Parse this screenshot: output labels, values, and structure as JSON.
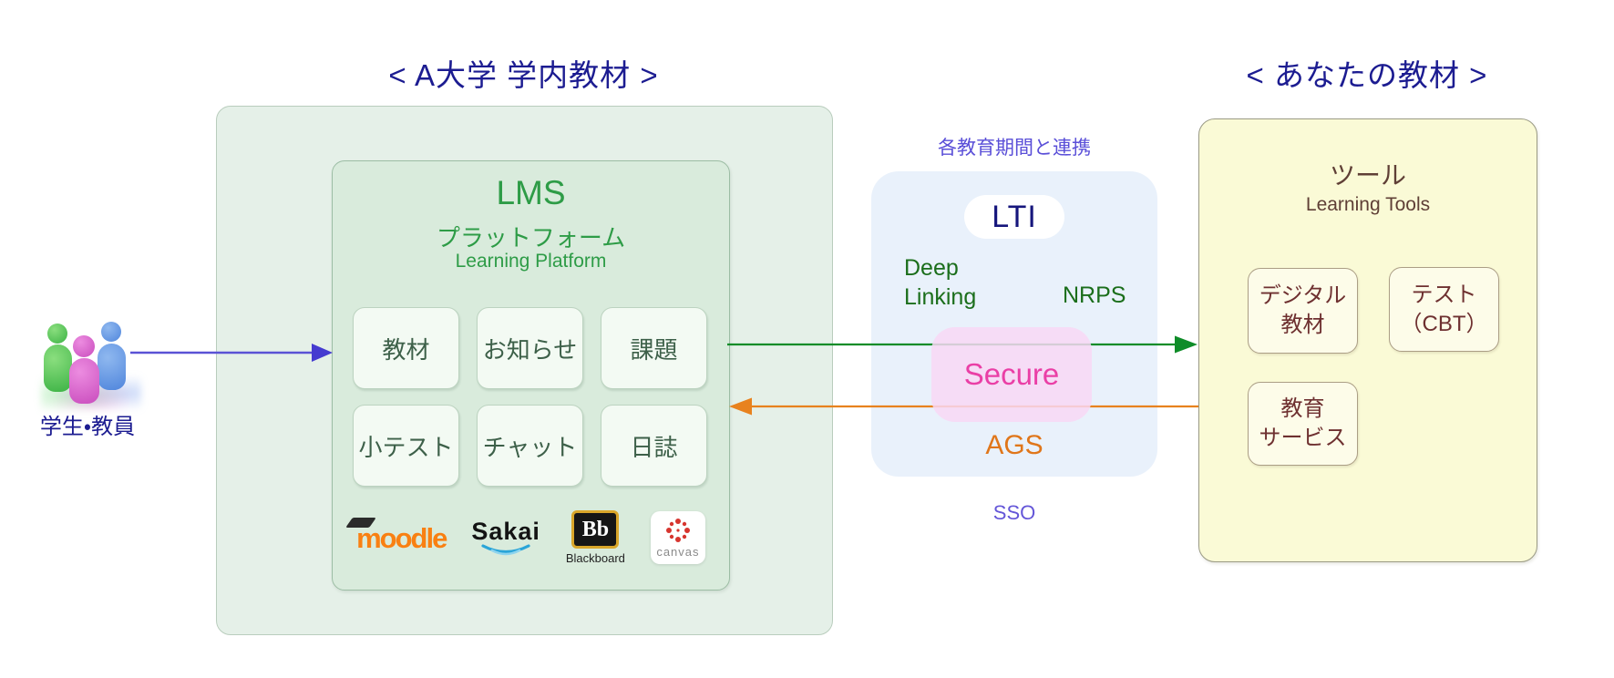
{
  "titles": {
    "left": "< A大学 学内教材 >",
    "right": "< あなたの教材 >"
  },
  "actors": {
    "label": "学生・教員",
    "person_colors": {
      "green": "#3bb244",
      "magenta": "#c94cbd",
      "blue": "#4f85dc"
    }
  },
  "lms": {
    "title": "LMS",
    "subtitle_ja": "プラットフォーム",
    "subtitle_en": "Learning Platform",
    "modules": [
      "教材",
      "お知らせ",
      "課題",
      "小テスト",
      "チャット",
      "日誌"
    ],
    "logos": {
      "moodle": "moodle",
      "sakai": "Sakai",
      "blackboard_badge": "Bb",
      "blackboard": "Blackboard",
      "canvas": "canvas"
    }
  },
  "connector": {
    "top_label": "各教育期間と連携",
    "lti": "LTI",
    "deep_linking_line1": "Deep",
    "deep_linking_line2": "Linking",
    "nrps": "NRPS",
    "secure": "Secure",
    "ags": "AGS",
    "sso": "SSO"
  },
  "tools": {
    "title_ja": "ツール",
    "title_en": "Learning Tools",
    "items": [
      {
        "line1": "デジタル",
        "line2": "教材"
      },
      {
        "line1": "テスト",
        "line2": "（CBT）"
      },
      {
        "line1": "教育",
        "line2": "サービス"
      }
    ]
  },
  "colors": {
    "title_navy": "#1c1c91",
    "lms_green": "#2e9c47",
    "module_text": "#3d6049",
    "deep_green": "#1b6e1b",
    "secure_pink": "#ea3fa6",
    "ags_orange": "#e0761a",
    "sso_purple": "#6456d8",
    "arrow_purple": "#5a52d5",
    "arrow_green": "#0e8c28",
    "arrow_orange": "#e8821e",
    "tools_brown": "#5f3f36",
    "tools_item_text": "#6e3030"
  }
}
